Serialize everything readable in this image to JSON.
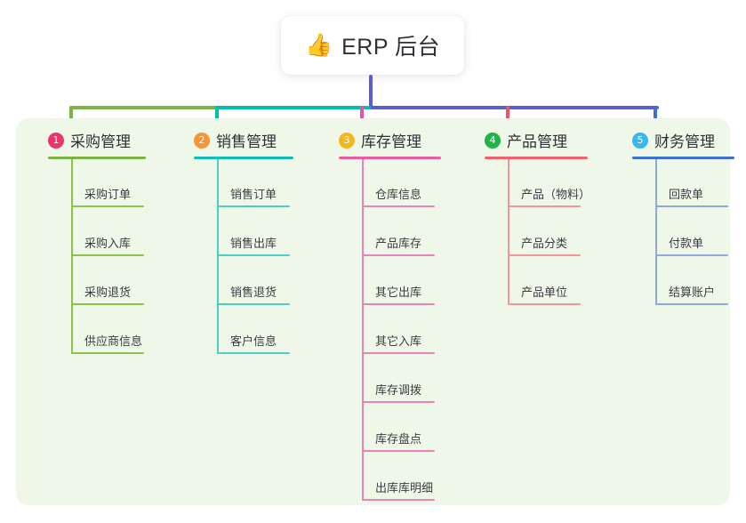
{
  "title": {
    "emoji": "👍",
    "emoji_name": "thumbs-up-icon",
    "text": "ERP 后台"
  },
  "palette": {
    "page_background": "#ffffff",
    "panel_background": "#eef7e8",
    "title_text": "#2f3035",
    "leaf_text": "#3b3c42",
    "connector_left": "#7cb342",
    "connector_mid": "#00bfae",
    "connector_right": "#5b5bd6",
    "stub_col1": "#7cb342",
    "stub_col2": "#00bfae",
    "stub_col3": "#e8529e",
    "stub_col4": "#f0555f",
    "stub_col5": "#3f6fd1",
    "root_stem": "#5b5bd6"
  },
  "columns": [
    {
      "index": "1",
      "title": "采购管理",
      "badge_color": "#e8356d",
      "rule_color": "#7cb342",
      "line_color": "#8bc34a",
      "items": [
        "采购订单",
        "采购入库",
        "采购退货",
        "供应商信息"
      ]
    },
    {
      "index": "2",
      "title": "销售管理",
      "badge_color": "#f79433",
      "rule_color": "#0fbfb0",
      "line_color": "#4ecdc4",
      "items": [
        "销售订单",
        "销售出库",
        "销售退货",
        "客户信息"
      ]
    },
    {
      "index": "3",
      "title": "库存管理",
      "badge_color": "#f5b721",
      "rule_color": "#ef5ba1",
      "line_color": "#e884b8",
      "items": [
        "仓库信息",
        "产品库存",
        "其它出库",
        "其它入库",
        "库存调拨",
        "库存盘点",
        "出库库明细"
      ]
    },
    {
      "index": "4",
      "title": "产品管理",
      "badge_color": "#20b34a",
      "rule_color": "#f4606c",
      "line_color": "#f4959a",
      "items": [
        "产品（物料）",
        "产品分类",
        "产品单位"
      ]
    },
    {
      "index": "5",
      "title": "财务管理",
      "badge_color": "#3bb7ef",
      "rule_color": "#3f6fd1",
      "line_color": "#90a9dd",
      "items": [
        "回款单",
        "付款单",
        "结算账户"
      ]
    }
  ],
  "layout": {
    "column_x": [
      36,
      200,
      363,
      527,
      693
    ],
    "column_rule_width": [
      110,
      112,
      115,
      116,
      115
    ],
    "leaf_rule_width": 82,
    "leaf_step": 55,
    "leaf_first_bottom": 100
  }
}
